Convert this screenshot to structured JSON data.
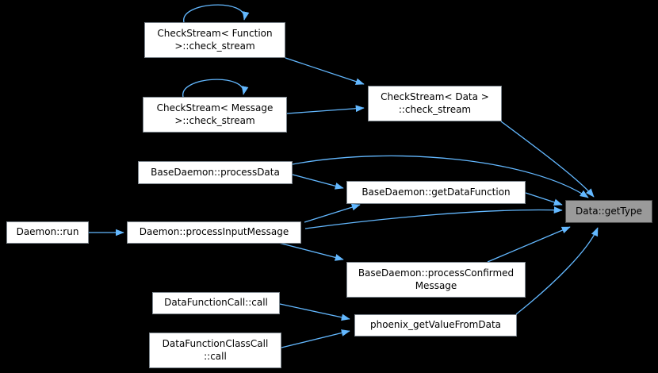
{
  "graph": {
    "type": "doxygen-caller-graph",
    "colors": {
      "background": "#000000",
      "edge": "#63b8ff",
      "node_fill": "#ffffff",
      "node_border": "#7d868e",
      "highlight_fill": "#9a9a9a",
      "highlight_border": "#474747",
      "text": "#000000"
    },
    "nodes": [
      {
        "id": "daemon-run",
        "label": "Daemon::run",
        "highlighted": false
      },
      {
        "id": "daemon-process-input-message",
        "label": "Daemon::processInputMessage",
        "highlighted": false
      },
      {
        "id": "checkstream-function",
        "label": "CheckStream< Function\n>::check_stream",
        "highlighted": false
      },
      {
        "id": "checkstream-message",
        "label": "CheckStream< Message\n>::check_stream",
        "highlighted": false
      },
      {
        "id": "checkstream-data",
        "label": "CheckStream< Data >\n::check_stream",
        "highlighted": false
      },
      {
        "id": "basedaemon-process-data",
        "label": "BaseDaemon::processData",
        "highlighted": false
      },
      {
        "id": "basedaemon-get-data-function",
        "label": "BaseDaemon::getDataFunction",
        "highlighted": false
      },
      {
        "id": "basedaemon-process-confirmed-message",
        "label": "BaseDaemon::processConfirmed\nMessage",
        "highlighted": false
      },
      {
        "id": "datafunctioncall-call",
        "label": "DataFunctionCall::call",
        "highlighted": false
      },
      {
        "id": "phoenix-get-value-from-data",
        "label": "phoenix_getValueFromData",
        "highlighted": false
      },
      {
        "id": "datafunctionclasscall-call",
        "label": "DataFunctionClassCall\n::call",
        "highlighted": false
      },
      {
        "id": "data-gettype",
        "label": "Data::getType",
        "highlighted": true
      }
    ],
    "edges": [
      {
        "from": "checkstream-function",
        "to": "checkstream-function"
      },
      {
        "from": "checkstream-function",
        "to": "checkstream-data"
      },
      {
        "from": "checkstream-message",
        "to": "checkstream-message"
      },
      {
        "from": "checkstream-message",
        "to": "checkstream-data"
      },
      {
        "from": "checkstream-data",
        "to": "data-gettype"
      },
      {
        "from": "basedaemon-process-data",
        "to": "data-gettype"
      },
      {
        "from": "basedaemon-process-data",
        "to": "basedaemon-get-data-function"
      },
      {
        "from": "basedaemon-get-data-function",
        "to": "data-gettype"
      },
      {
        "from": "daemon-run",
        "to": "daemon-process-input-message"
      },
      {
        "from": "daemon-process-input-message",
        "to": "basedaemon-get-data-function"
      },
      {
        "from": "daemon-process-input-message",
        "to": "data-gettype"
      },
      {
        "from": "daemon-process-input-message",
        "to": "basedaemon-process-confirmed-message"
      },
      {
        "from": "basedaemon-process-confirmed-message",
        "to": "data-gettype"
      },
      {
        "from": "datafunctioncall-call",
        "to": "phoenix-get-value-from-data"
      },
      {
        "from": "datafunctionclasscall-call",
        "to": "phoenix-get-value-from-data"
      },
      {
        "from": "phoenix-get-value-from-data",
        "to": "data-gettype"
      }
    ]
  }
}
